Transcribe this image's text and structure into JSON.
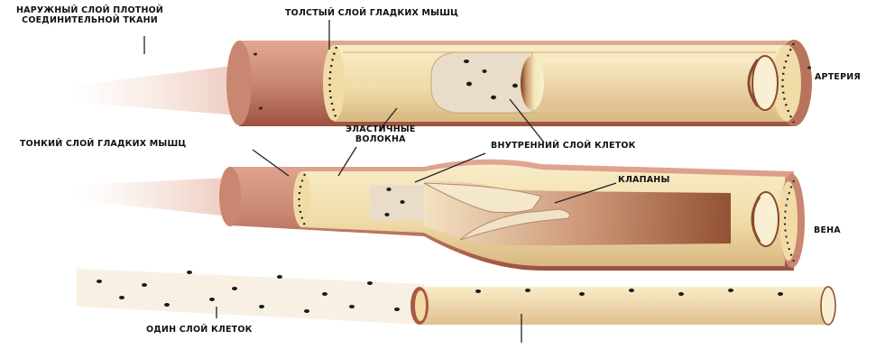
{
  "labels": {
    "outer_layer": [
      "НАРУЖНЫЙ СЛОЙ ПЛОТНОЙ",
      "СОЕДИНИТЕЛЬНОЙ ТКАНИ"
    ],
    "thick_muscle": "ТОЛСТЫЙ СЛОЙ ГЛАДКИХ МЫШЦ",
    "artery": "АРТЕРИЯ",
    "elastic_fibers": [
      "ЭЛАСТИЧНЫЕ",
      "ВОЛОКНА"
    ],
    "thin_muscle": "ТОНКИЙ СЛОЙ ГЛАДКИХ МЫШЦ",
    "inner_layer": "ВНУТРЕННИЙ СЛОЙ КЛЕТОК",
    "valves": "КЛАПАНЫ",
    "vein": "ВЕНА",
    "single_layer": "ОДИН СЛОЙ КЛЕТОК"
  },
  "colors": {
    "outer_wall": "#c98670",
    "outer_wall_dark": "#a85a45",
    "muscle": "#f3dfae",
    "muscle_dark": "#d7b884",
    "lumen": "#f6e6bd",
    "lumen_shadow": "#8a4b2c",
    "endothelium": "#e9dcc8",
    "nucleus": "#1a1a1a",
    "line": "#222222"
  }
}
